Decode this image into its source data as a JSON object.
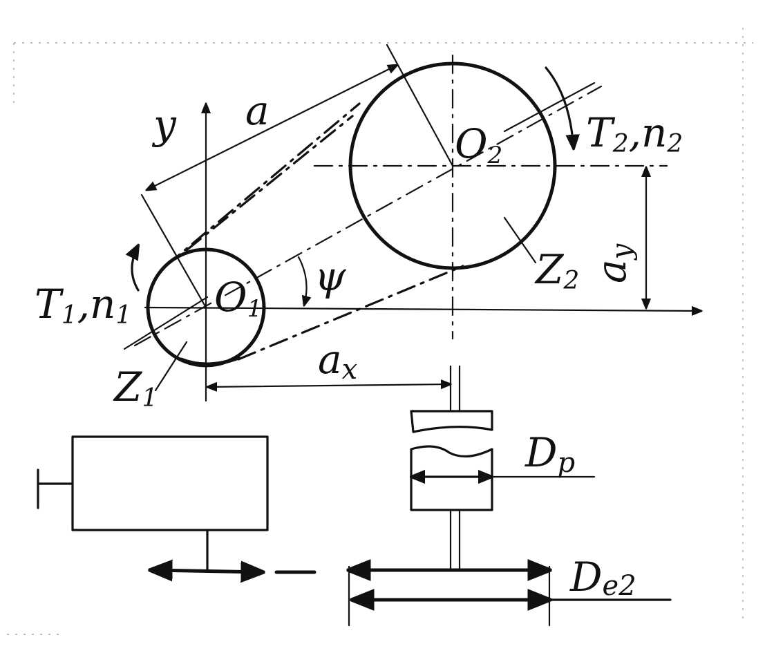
{
  "labels": {
    "a": "a",
    "y": "y",
    "o1": "O",
    "o1_sub": "1",
    "o2": "O",
    "o2_sub": "2",
    "t2n2": "T",
    "t2n2_sub": "2",
    "t2n2_n": ",n",
    "t2n2_n_sub": "2",
    "t1n1": "T",
    "t1n1_sub": "1",
    "t1n1_n": ",n",
    "t1n1_n_sub": "1",
    "psi": "ψ",
    "ay": "a",
    "ay_sub": "y",
    "ax": "a",
    "ax_sub": "x",
    "z1": "Z",
    "z1_sub": "1",
    "z2": "Z",
    "z2_sub": "2",
    "dp": "D",
    "dp_sub": "p",
    "de2": "D",
    "de2_sub": "e2"
  }
}
